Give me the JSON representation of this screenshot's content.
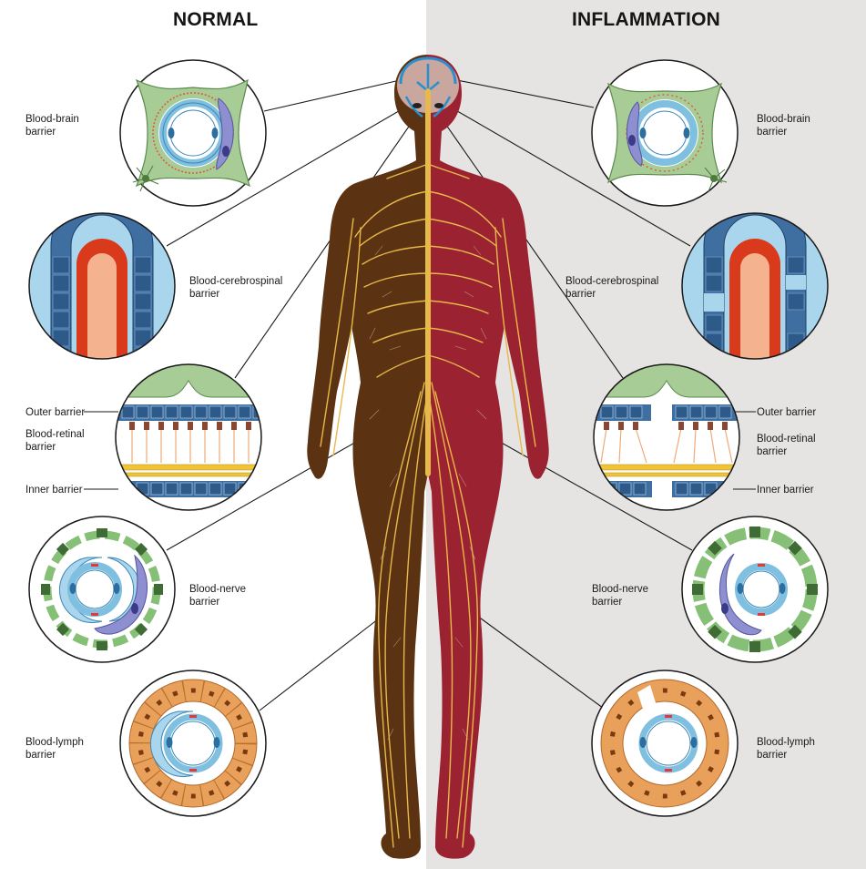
{
  "panels": {
    "left_title": "NORMAL",
    "right_title": "INFLAMMATION"
  },
  "labels": {
    "bbb": "Blood-brain\nbarrier",
    "bcsf": "Blood-cerebrospinal\nbarrier",
    "outer": "Outer barrier",
    "retinal": "Blood-retinal\nbarrier",
    "inner": "Inner barrier",
    "nerve": "Blood-nerve\nbarrier",
    "lymph": "Blood-lymph\nbarrier"
  },
  "colors": {
    "normal_body": "#5b3312",
    "inflamed_body": "#9b2230",
    "nerve": "#e7b84a",
    "glia": "#a8cc96",
    "endothelium": "#a9d6ec",
    "ependyma": "#3f6fa0",
    "vessel": "#d53a1e",
    "perineurium": "#86bf76",
    "lymph_cells": "#e9a05a",
    "background_right": "#e5e4e3"
  }
}
